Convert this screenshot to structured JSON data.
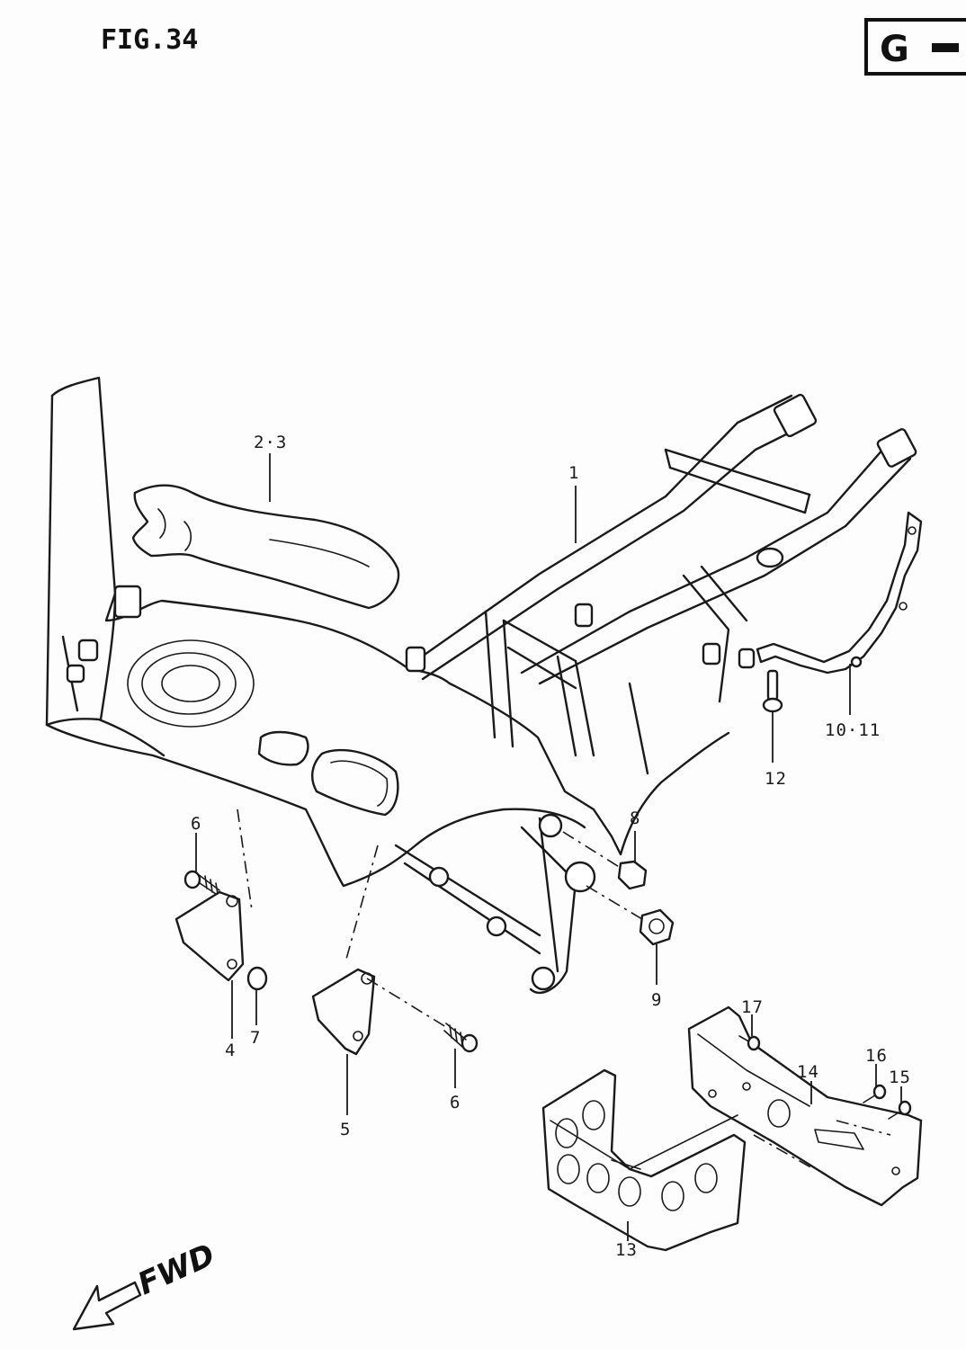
{
  "figure_title": "FIG.34",
  "section_tag": "G",
  "direction_label": "FWD",
  "callouts": {
    "c1": "1",
    "c2_3": "2·3",
    "c4": "4",
    "c5": "5",
    "c6a": "6",
    "c6b": "6",
    "c7": "7",
    "c8": "8",
    "c9": "9",
    "c10_11": "10·11",
    "c12": "12",
    "c13": "13",
    "c14": "14",
    "c15": "15",
    "c16": "16",
    "c17": "17"
  }
}
